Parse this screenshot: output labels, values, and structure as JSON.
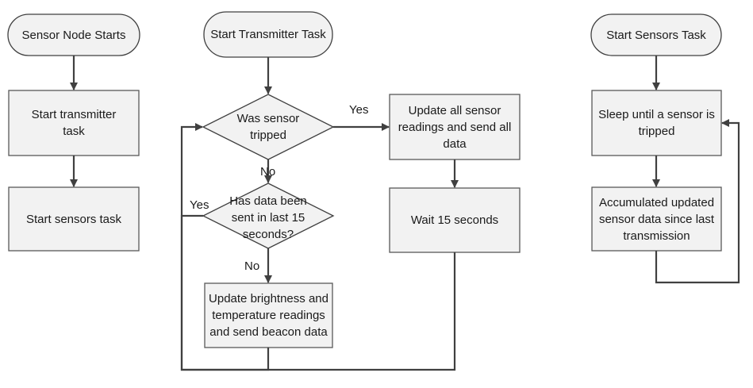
{
  "colors": {
    "shape_fill": "#f2f2f2",
    "shape_stroke": "#595959",
    "connector": "#404040"
  },
  "column1": {
    "start": "Sensor Node Starts",
    "step1": "Start transmitter task",
    "step2": "Start sensors task"
  },
  "column2": {
    "start": "Start Transmitter Task",
    "decision1": "Was sensor tripped",
    "decision2": "Has data been sent in last 15 seconds?",
    "beacon": "Update brightness and temperature readings and send beacon data",
    "update_all": "Update all sensor readings and send all data",
    "wait": "Wait 15 seconds",
    "yes1": "Yes",
    "no1": "No",
    "yes2": "Yes",
    "no2": "No"
  },
  "column3": {
    "start": "Start Sensors Task",
    "sleep": "Sleep until a sensor is tripped",
    "accumulate": "Accumulated updated sensor data since last transmission"
  }
}
